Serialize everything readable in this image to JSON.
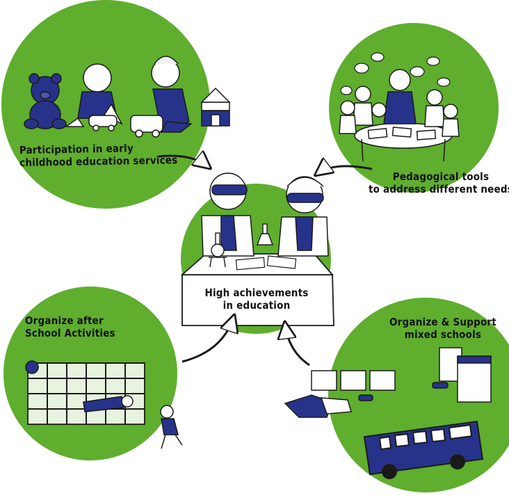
{
  "center": {
    "line1": "High achievements",
    "line2": "in education"
  },
  "nodes": {
    "early_childhood": {
      "line1": "Participation in early",
      "line2": "childhood education services"
    },
    "pedagogical": {
      "line1": "Pedagogical tools",
      "line2": "to address different needs"
    },
    "after_school": {
      "line1": "Organize after",
      "line2": "School Activities"
    },
    "mixed_schools": {
      "line1": "Organize & Support",
      "line2": "mixed schools"
    }
  },
  "colors": {
    "green": "#5fae2e",
    "green_dark": "#3f8a1c",
    "navy": "#27338a",
    "ink": "#1a1a1a",
    "paper": "#ffffff",
    "skin": "#f6f6f6"
  },
  "icons": [
    "teddy-bear-icon",
    "toy-car-icon",
    "toy-blocks-icon",
    "speech-bubble-icon",
    "goal-net-icon",
    "football-icon",
    "bus-icon",
    "building-icon",
    "flask-icon",
    "safety-goggles-icon"
  ]
}
